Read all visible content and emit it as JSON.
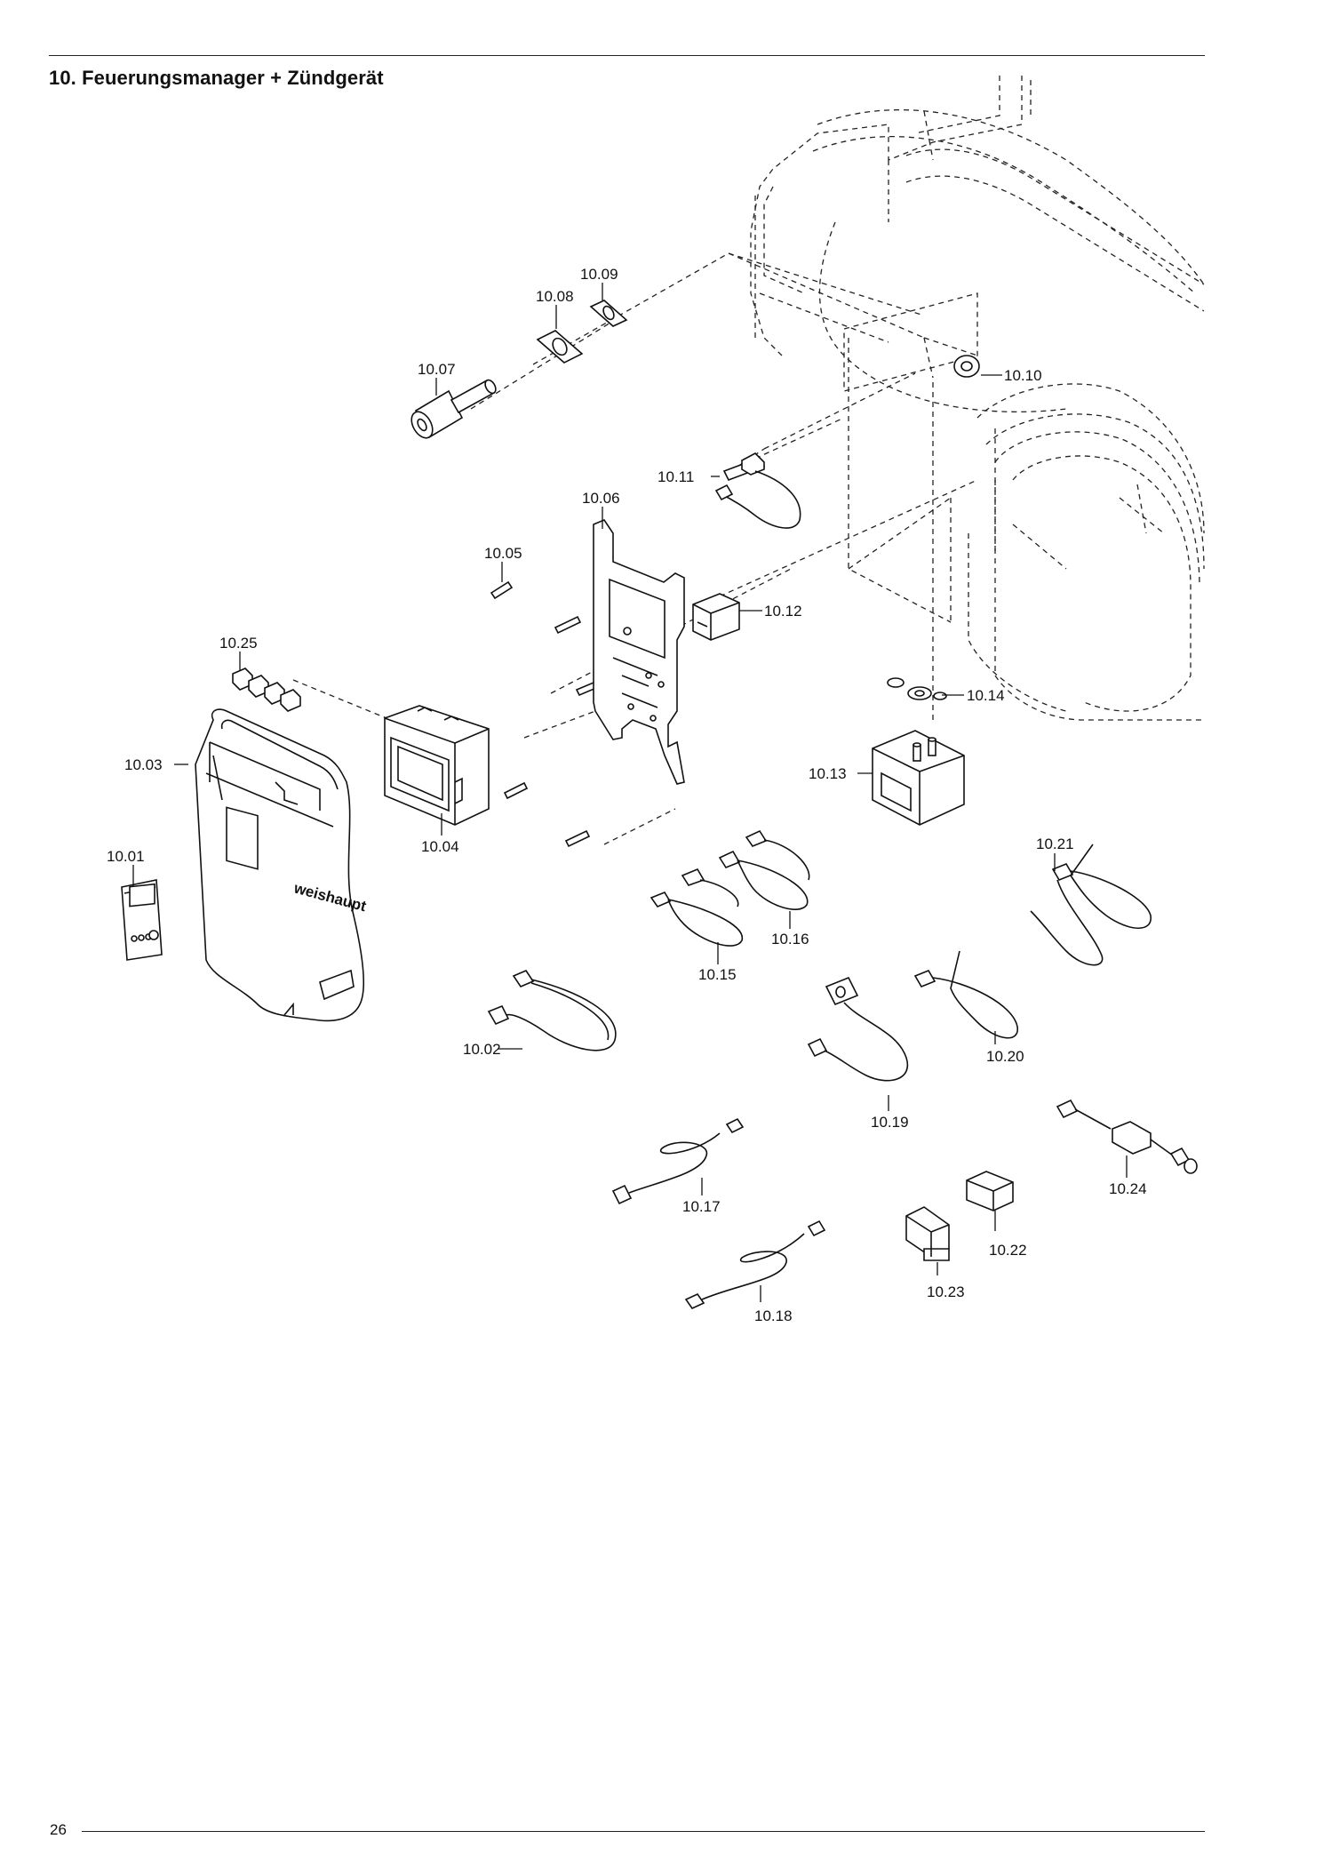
{
  "page": {
    "title": "10. Feuerungsmanager + Zündgerät",
    "page_number": "26"
  },
  "parts": {
    "p1001": "10.01",
    "p1002": "10.02",
    "p1003": "10.03",
    "p1004": "10.04",
    "p1005": "10.05",
    "p1006": "10.06",
    "p1007": "10.07",
    "p1008": "10.08",
    "p1009": "10.09",
    "p1010": "10.10",
    "p1011": "10.11",
    "p1012": "10.12",
    "p1013": "10.13",
    "p1014": "10.14",
    "p1015": "10.15",
    "p1016": "10.16",
    "p1017": "10.17",
    "p1018": "10.18",
    "p1019": "10.19",
    "p1020": "10.20",
    "p1021": "10.21",
    "p1022": "10.22",
    "p1023": "10.23",
    "p1024": "10.24",
    "p1025": "10.25"
  },
  "brand_mark": "weishaupt"
}
